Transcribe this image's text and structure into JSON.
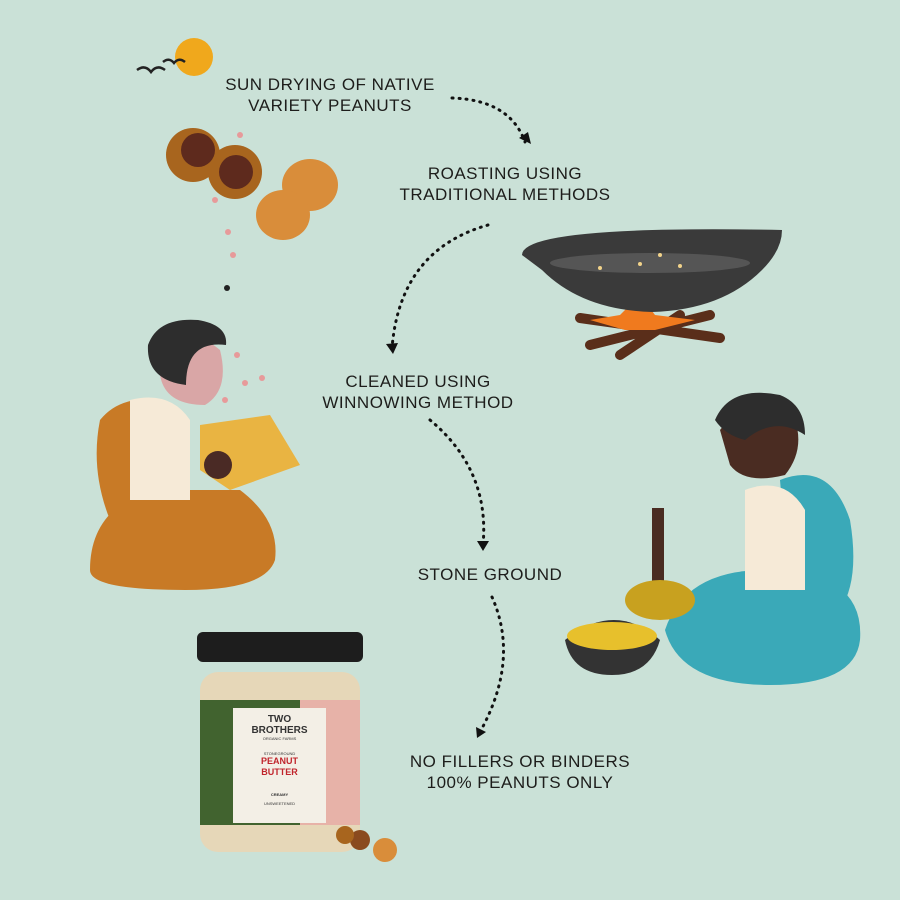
{
  "steps": [
    {
      "line1": "SUN DRYING OF NATIVE",
      "line2": "VARIETY PEANUTS"
    },
    {
      "line1": "ROASTING USING",
      "line2": "TRADITIONAL METHODS"
    },
    {
      "line1": "CLEANED USING",
      "line2": "WINNOWING METHOD"
    },
    {
      "line1": "STONE GROUND",
      "line2": ""
    },
    {
      "line1": "NO FILLERS OR BINDERS",
      "line2": "100% PEANUTS ONLY"
    }
  ],
  "jar": {
    "brand_line1": "TWO",
    "brand_line2": "BROTHERS",
    "brand_sub": "ORGANIC FARMS",
    "kicker": "STONEGROUND",
    "product_line1": "PEANUT",
    "product_line2": "BUTTER",
    "variant": "CREAMY",
    "note": "UNSWEETENED"
  },
  "colors": {
    "background": "#cae1d7",
    "sun": "#f0a81c",
    "flame": "#f07a1e",
    "saree_blue": "#3aa9b8",
    "saree_ochre": "#c87a26"
  }
}
